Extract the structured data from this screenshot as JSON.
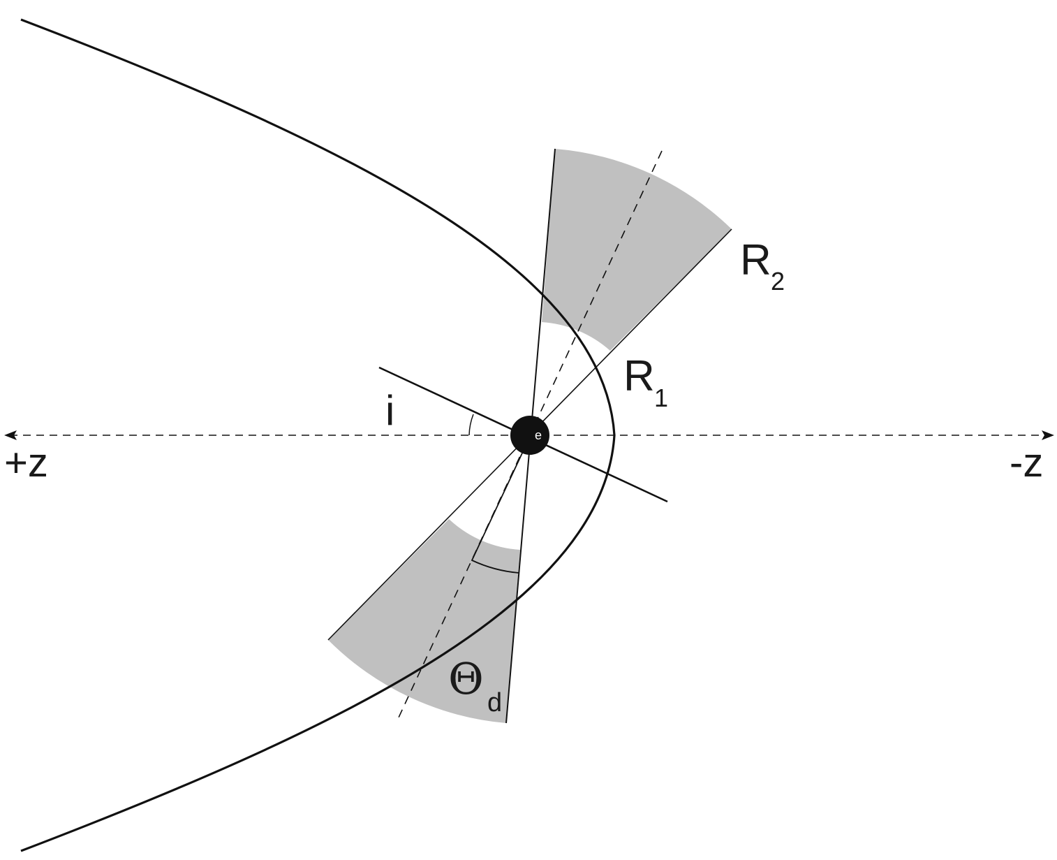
{
  "labels": {
    "plus_z": "+z",
    "minus_z": "-z",
    "inclination": "i",
    "r1_main": "R",
    "r1_sub": "1",
    "r2_main": "R",
    "r2_sub": "2",
    "theta_main": "Θ",
    "theta_sub": "d",
    "center_mark": "e"
  },
  "colors": {
    "line": "#111111",
    "cone_fill": "#c0c0c0",
    "background": "#ffffff"
  }
}
